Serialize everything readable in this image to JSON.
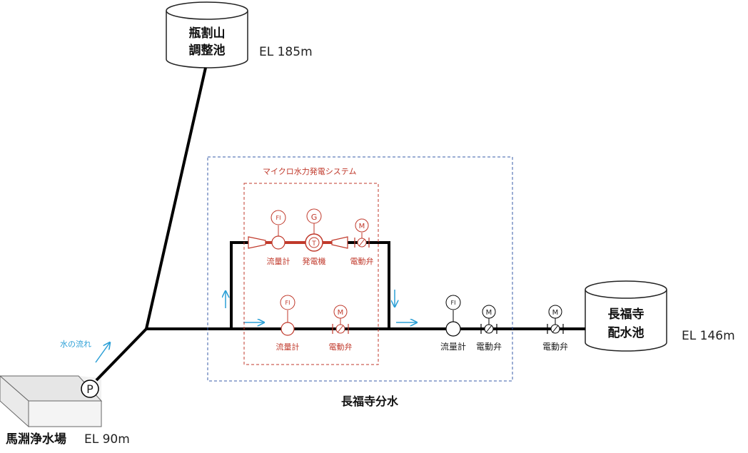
{
  "tanks": {
    "top_line1": "瓶割山",
    "top_line2": "調整池",
    "top_el": "EL 185m",
    "right_line1": "長福寺",
    "right_line2": "配水池",
    "right_el": "EL 146m"
  },
  "plant": {
    "name": "馬淵浄水場",
    "el": "EL 90m",
    "pump_symbol": "P"
  },
  "flow_label": "水の流れ",
  "branch_label": "長福寺分水",
  "micro_system": {
    "title": "マイクロ水力発電システム",
    "fi": "FI",
    "g": "G",
    "t": "T",
    "m": "M",
    "flowmeter": "流量計",
    "generator": "発電機",
    "valve": "電動弁"
  },
  "lower": {
    "fi": "FI",
    "m": "M",
    "flowmeter": "流量計",
    "valve": "電動弁"
  },
  "outside": {
    "fi": "FI",
    "m1": "M",
    "m2": "M",
    "flowmeter": "流量計",
    "valve1": "電動弁",
    "valve2": "電動弁"
  },
  "colors": {
    "pipe": "#000000",
    "red": "#c0392b",
    "blue": "#2b9fd6",
    "dash_blue": "#3a5ea8"
  }
}
